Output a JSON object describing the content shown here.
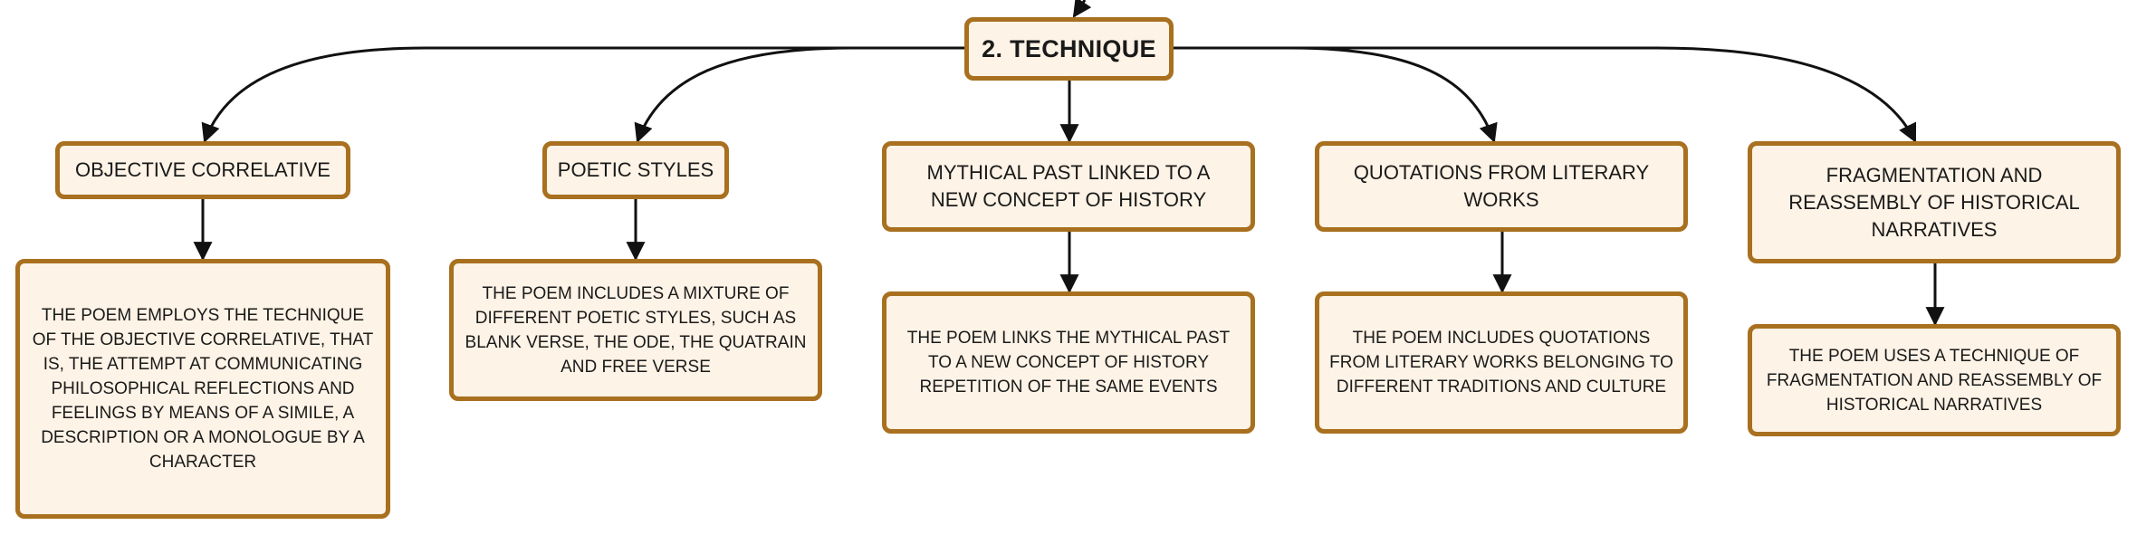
{
  "root": {
    "label": "2. TECHNIQUE"
  },
  "colors": {
    "border": "#a8701f",
    "fill": "#fdf3e6",
    "line": "#111111"
  },
  "branches": [
    {
      "topic": "OBJECTIVE CORRELATIVE",
      "detail": "THE POEM EMPLOYS THE TECHNIQUE OF THE OBJECTIVE CORRELATIVE, THAT IS, THE ATTEMPT AT COMMUNICATING PHILOSOPHICAL REFLECTIONS AND FEELINGS BY MEANS OF A SIMILE, A DESCRIPTION OR A MONOLOGUE BY A CHARACTER"
    },
    {
      "topic": "POETIC STYLES",
      "detail": "THE POEM INCLUDES A MIXTURE OF DIFFERENT POETIC STYLES, SUCH AS BLANK VERSE, THE ODE, THE QUATRAIN AND FREE VERSE"
    },
    {
      "topic": "MYTHICAL PAST LINKED TO A NEW CONCEPT OF HISTORY",
      "detail": "THE POEM LINKS THE MYTHICAL PAST TO A NEW CONCEPT OF HISTORY REPETITION OF THE SAME EVENTS"
    },
    {
      "topic": "QUOTATIONS FROM LITERARY WORKS",
      "detail": "THE POEM INCLUDES QUOTATIONS FROM LITERARY WORKS BELONGING TO DIFFERENT TRADITIONS AND CULTURE"
    },
    {
      "topic": "FRAGMENTATION AND REASSEMBLY OF HISTORICAL NARRATIVES",
      "detail": "THE POEM USES A TECHNIQUE OF FRAGMENTATION AND REASSEMBLY OF HISTORICAL NARRATIVES"
    }
  ]
}
